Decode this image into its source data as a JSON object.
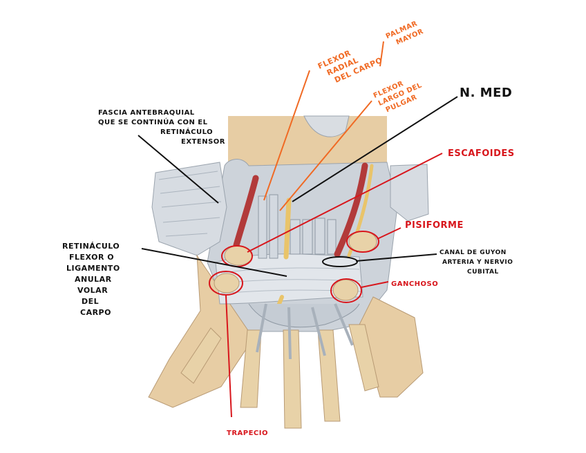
{
  "labels": {
    "flexor_radial": [
      "FLEXOR",
      "RADIAL",
      "DEL CARPO"
    ],
    "palmar_mayor": [
      "PALMAR",
      "MAYOR"
    ],
    "flexor_largo": [
      "FLEXOR",
      "LARGO DEL",
      "PULGAR"
    ],
    "n_med": "N. MED",
    "fascia": [
      "FASCIA ANTEBRAQUIAL",
      "QUE SE CONTINÚA CON EL",
      "RETINÁCULO",
      "EXTENSOR"
    ],
    "escafoides": "ESCAFOIDES",
    "pisiforme": "PISIFORME",
    "retinaculo": [
      "RETINÁCULO",
      "FLEXOR O",
      "LIGAMENTO",
      "ANULAR",
      "VOLAR",
      "DEL",
      "CARPO"
    ],
    "canal": [
      "CANAL DE GUYON",
      "ARTERIA Y NERVIO",
      "CUBITAL"
    ],
    "ganchoso": "GANCHOSO",
    "trapecio": "TRAPECIO"
  },
  "colors": {
    "orange": "#f06a24",
    "red": "#d8161c",
    "black": "#111111",
    "bone": "#e8d2a8",
    "tissue": "#c9cfd6",
    "artery": "#b23a3a",
    "nerve": "#e9c46a"
  }
}
